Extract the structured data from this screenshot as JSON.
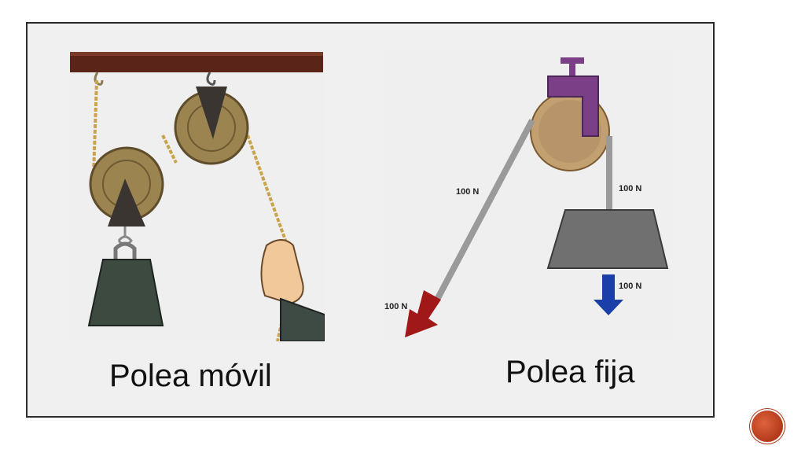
{
  "captions": {
    "movable": "Polea móvil",
    "fixed": "Polea fija"
  },
  "forces": {
    "left_rope": "100 N",
    "right_rope": "100 N",
    "pull": "100 N",
    "weight": "100 N"
  },
  "colors": {
    "pull_arrow": "#a01818",
    "weight_arrow": "#1a3fa8",
    "bracket": "#7a3f86",
    "beam": "#5a2418",
    "nav_button": "#c4441f"
  },
  "nav": {
    "icon": "next-slide-icon"
  }
}
